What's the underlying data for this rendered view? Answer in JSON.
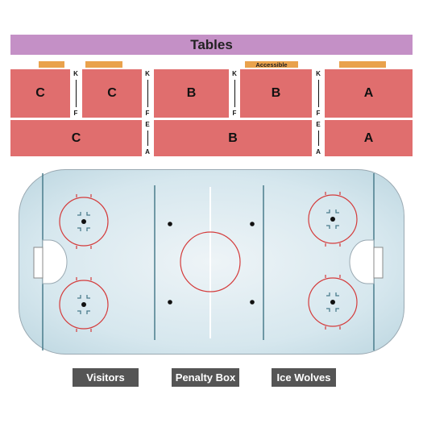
{
  "colors": {
    "tables": "#c490c6",
    "section": "#e06e6e",
    "strip": "#e9a24c",
    "ice_center": "#eef4f7",
    "ice_edge": "#bcd6e0",
    "rink_red": "#d43b3b",
    "rink_blue": "#4a7c8c",
    "legend_bg": "#555555"
  },
  "tables_label": "Tables",
  "accessible_label": "Accessible",
  "sections_top": [
    "C",
    "C",
    "B",
    "B",
    "A"
  ],
  "sections_bottom": [
    "C",
    "B",
    "A"
  ],
  "aisles_top": [
    {
      "top": "K",
      "bottom": "F"
    },
    {
      "top": "K",
      "bottom": "F"
    },
    {
      "top": "K",
      "bottom": "F"
    },
    {
      "top": "K",
      "bottom": "F"
    }
  ],
  "aisles_bottom": [
    {
      "top": "E",
      "bottom": "A"
    },
    {
      "top": "E",
      "bottom": "A"
    }
  ],
  "legend": {
    "visitors": "Visitors",
    "penalty_box": "Penalty Box",
    "home": "Ice Wolves"
  }
}
